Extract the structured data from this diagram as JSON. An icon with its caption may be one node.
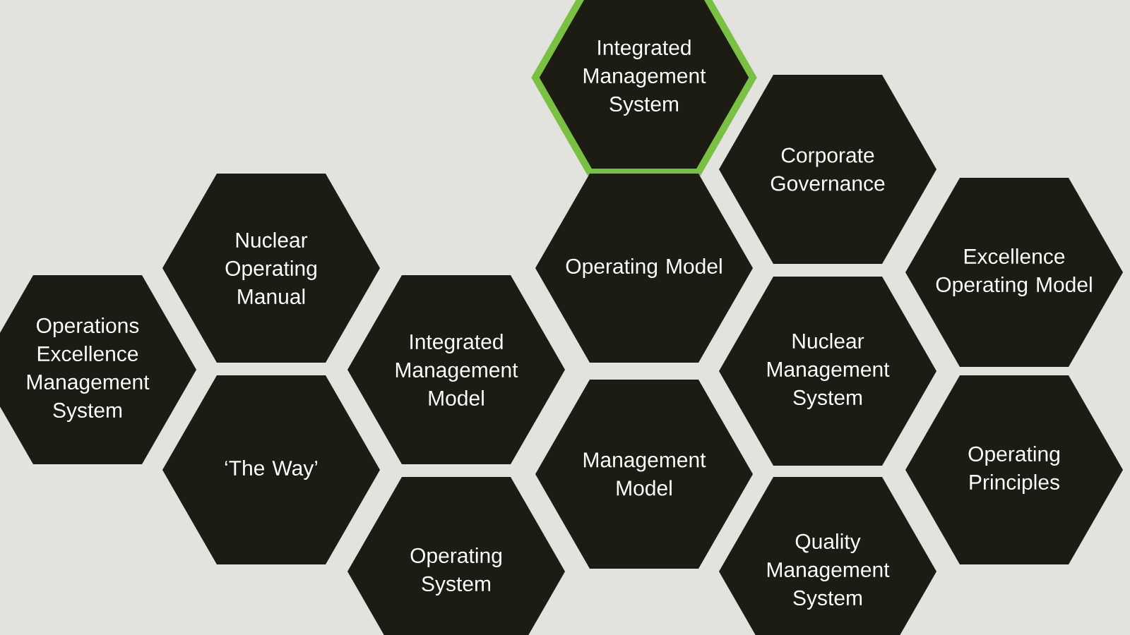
{
  "diagram": {
    "nodes": [
      {
        "text": [
          "Integrated Management System"
        ]
      },
      {
        "text": [
          "Corporate Governance"
        ]
      },
      {
        "text": [
          "Nuclear Operating Manual"
        ]
      },
      {
        "text": [
          "Operating Model"
        ]
      },
      {
        "text": [
          "Excellence Operating Model"
        ]
      },
      {
        "text": [
          "Operations Excellence Management System"
        ]
      },
      {
        "text": [
          "Integrated Management Model"
        ]
      },
      {
        "text": [
          "Nuclear Management System"
        ]
      },
      {
        "text": [
          "‘The Way’"
        ]
      },
      {
        "text": [
          "Management Model"
        ]
      },
      {
        "text": [
          "Operating Principles"
        ]
      },
      {
        "text": [
          "Operating System"
        ]
      },
      {
        "text": [
          "Quality Management System"
        ]
      }
    ]
  }
}
